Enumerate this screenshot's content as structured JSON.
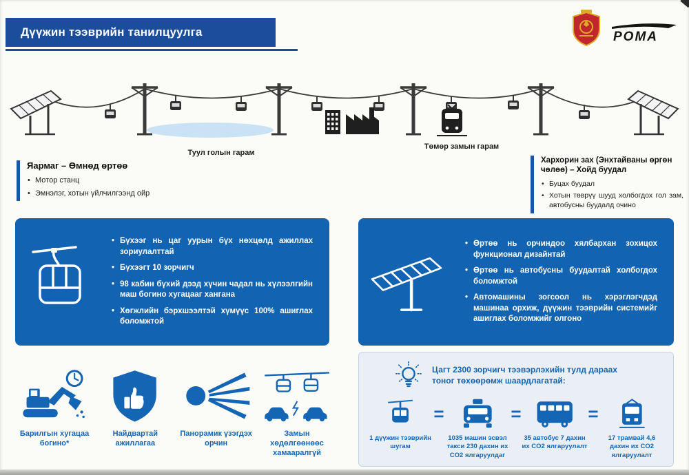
{
  "header": {
    "title": "Дүүжин тээврийн танилцуулга",
    "brand": "POMA"
  },
  "diagram": {
    "river_label": "Туул голын гарам",
    "railway_label": "Төмөр замын гарам"
  },
  "stations": {
    "left": {
      "title": "Яармаг – Өмнөд өртөө",
      "bullets": [
        "Мотор станц",
        "Эмнэлэг, хотын үйлчилгээнд ойр"
      ]
    },
    "right": {
      "title": "Хархорин зах (Энхтайваны өргөн чөлөө) – Хойд буудал",
      "bullets": [
        "Буцах буудал",
        "Хотын төврүү шууд холбогдох гол зам, автобусны буудалд очино"
      ]
    }
  },
  "cabin_box": {
    "bullets": [
      "Бүхээг нь цаг уурын бүх нөхцөлд ажиллах зориулалттай",
      "Бүхээгт 10 зорчигч",
      "98 кабин бүхий дээд хүчин чадал нь хүлээлгийн маш богино хугацааг хангана",
      "Хөгжлийн бэрхшээлтэй хүмүүс 100% ашиглах боломжтой"
    ]
  },
  "station_box": {
    "bullets": [
      "Өртөө нь орчиндоо хялбархан зохицох функционал дизайнтай",
      "Өртөө нь автобусны буудалтай холбогдох боломжтой",
      "Автомашины зогсоол нь хэрэглэгчдэд машинаа орхиж, дүүжин тээврийн системийг ашиглах боломжийг олгоно"
    ]
  },
  "benefits": [
    {
      "icon": "excavator-clock-icon",
      "label": "Барилгын хугацаа богино*"
    },
    {
      "icon": "shield-thumbs-up-icon",
      "label": "Найдвартай ажиллагаа"
    },
    {
      "icon": "panorama-view-icon",
      "label": "Панорамик үзэгдэх орчин"
    },
    {
      "icon": "gondolas-over-traffic-icon",
      "label": "Замын хөдөлгөөнөөс хамааралгүй"
    }
  ],
  "capacity_box": {
    "title": "Цагт 2300 зорчигч тээвэрлэхийн тулд дараах тоног төхөөрөмж шаардлагатай:",
    "equals": "=",
    "items": [
      {
        "icon": "ropeway-icon",
        "label": "1 дүүжин тээврийн шугам"
      },
      {
        "icon": "taxi-icon",
        "label": "1035 машин эсвэл такси 230 дахин их CO2 ялгаруулдаг"
      },
      {
        "icon": "bus-icon",
        "label": "35 автобус 7 дахин их CO2 ялгаруулалт"
      },
      {
        "icon": "tram-icon",
        "label": "17 трамвай 4,6 дахин их CO2 ялгаруулалт"
      }
    ]
  },
  "colors": {
    "header_blue": "#1a4e9c",
    "panel_blue": "#1263b2",
    "icon_blue": "#1565b5",
    "river_blue": "#c9e2f4",
    "crest_red": "#c0272d",
    "crest_gold": "#e0a92a"
  }
}
